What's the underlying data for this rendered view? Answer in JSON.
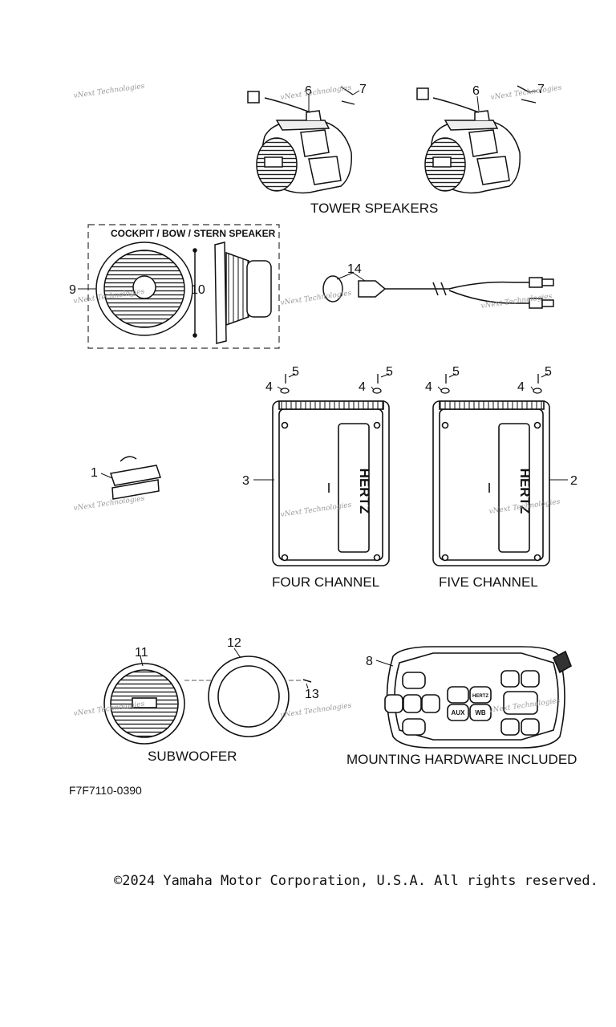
{
  "diagram": {
    "code": "F7F7110-0390",
    "copyright": "©2024 Yamaha Motor Corporation, U.S.A. All rights reserved.",
    "watermark": "vNext Technologies",
    "group_labels": {
      "tower_speakers": "TOWER SPEAKERS",
      "cockpit": "COCKPIT / BOW / STERN SPEAKER",
      "four_channel": "FOUR CHANNEL",
      "five_channel": "FIVE CHANNEL",
      "subwoofer": "SUBWOOFER",
      "mounting": "MOUNTING HARDWARE INCLUDED"
    },
    "callouts": {
      "c1": "1",
      "c2": "2",
      "c3": "3",
      "c4": "4",
      "c5": "5",
      "c6": "6",
      "c7": "7",
      "c8": "8",
      "c9": "9",
      "c10": "10",
      "c11": "11",
      "c12": "12",
      "c13": "13",
      "c14": "14"
    },
    "brand": "HERTZ",
    "remote_labels": {
      "aux": "AUX",
      "wb": "WB",
      "hertz": "HERTZ"
    }
  }
}
